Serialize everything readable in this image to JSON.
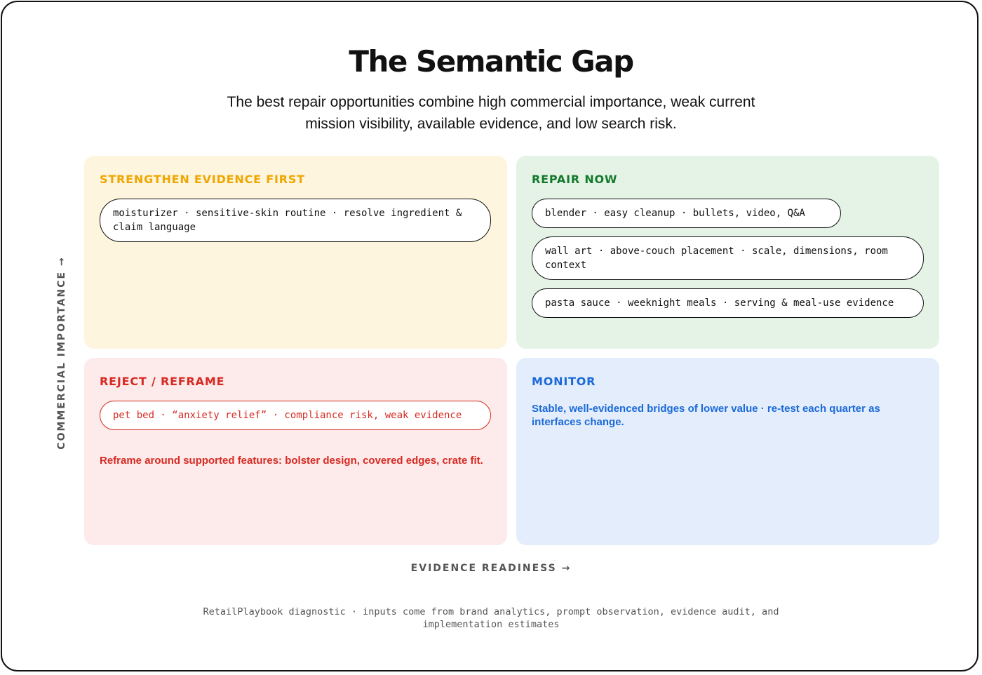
{
  "title": "The Semantic Gap",
  "subtitle": "The best repair opportunities combine high commercial importance, weak current mission visibility, available evidence, and low search risk.",
  "axes": {
    "y_label": "COMMERCIAL IMPORTANCE →",
    "x_label": "EVIDENCE READINESS →"
  },
  "quadrants": {
    "strengthen": {
      "label": "STRENGTHEN EVIDENCE FIRST",
      "items": [
        "moisturizer · sensitive-skin routine · resolve ingredient & claim language"
      ]
    },
    "repair": {
      "label": "REPAIR NOW",
      "items": [
        "blender · easy cleanup · bullets, video, Q&A",
        "wall art · above-couch placement · scale, dimensions, room context",
        "pasta sauce · weeknight meals · serving & meal-use evidence"
      ]
    },
    "reject": {
      "label": "REJECT / REFRAME",
      "items": [
        "pet bed · “anxiety relief” · compliance risk, weak evidence"
      ],
      "note": "Reframe around supported features: bolster design, covered edges, crate fit."
    },
    "monitor": {
      "label": "MONITOR",
      "note": "Stable, well-evidenced bridges of lower value · re-test each quarter as interfaces change."
    }
  },
  "colors": {
    "strengthen_accent": "#f0a600",
    "repair_accent": "#137a2c",
    "reject_accent": "#d62a22",
    "monitor_accent": "#1a6ad9",
    "strengthen_bg": "#fdf5dd",
    "repair_bg": "#e5f3e6",
    "reject_bg": "#fdeaea",
    "monitor_bg": "#e4edfb"
  },
  "footer": "RetailPlaybook diagnostic · inputs come from brand analytics, prompt observation, evidence audit, and implementation estimates"
}
